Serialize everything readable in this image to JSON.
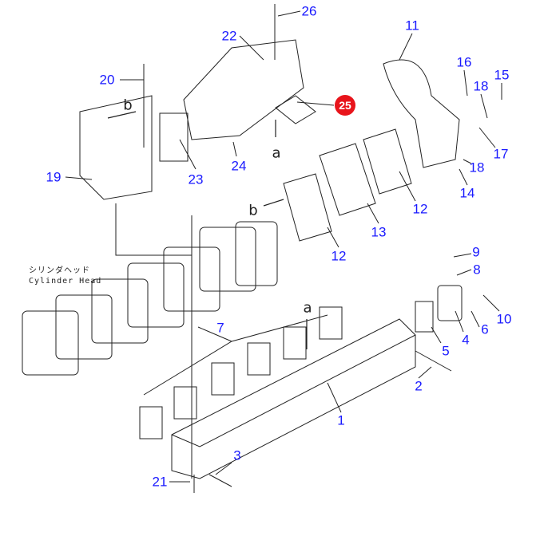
{
  "diagram": {
    "caption": {
      "jp": "シリンダヘッド",
      "en": "Cylinder Head"
    },
    "highlight_color": "#e8141b",
    "label_color": "#1a1aff",
    "highlighted_part": "25",
    "callouts": [
      "26",
      "22",
      "11",
      "16",
      "15",
      "18",
      "20",
      "25",
      "17",
      "18",
      "19",
      "23",
      "24",
      "14",
      "12",
      "13",
      "12",
      "9",
      "8",
      "10",
      "6",
      "4",
      "7",
      "5",
      "2",
      "1",
      "3",
      "21"
    ],
    "refs": [
      "b",
      "a",
      "b",
      "a"
    ]
  }
}
